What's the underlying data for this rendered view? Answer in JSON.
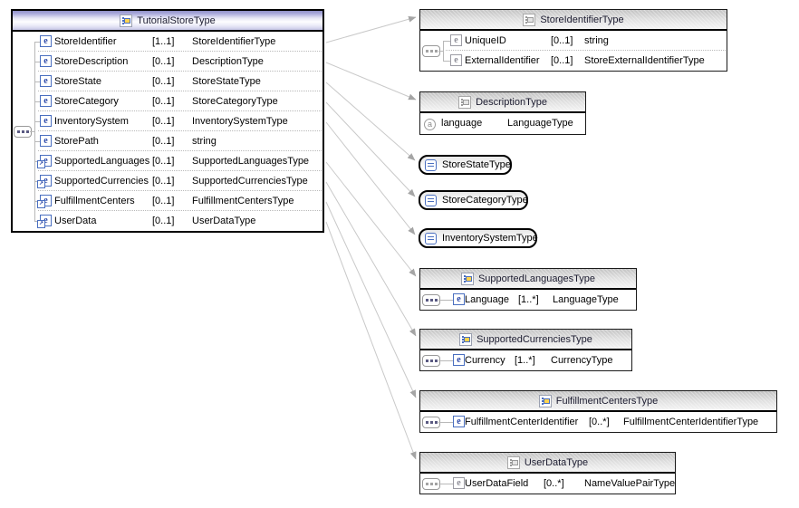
{
  "main": {
    "title": "TutorialStoreType",
    "rows": [
      {
        "name": "StoreIdentifier",
        "card": "[1..1]",
        "type": "StoreIdentifierType"
      },
      {
        "name": "StoreDescription",
        "card": "[0..1]",
        "type": "DescriptionType"
      },
      {
        "name": "StoreState",
        "card": "[0..1]",
        "type": "StoreStateType"
      },
      {
        "name": "StoreCategory",
        "card": "[0..1]",
        "type": "StoreCategoryType"
      },
      {
        "name": "InventorySystem",
        "card": "[0..1]",
        "type": "InventorySystemType"
      },
      {
        "name": "StorePath",
        "card": "[0..1]",
        "type": "string"
      },
      {
        "name": "SupportedLanguages",
        "card": "[0..1]",
        "type": "SupportedLanguagesType"
      },
      {
        "name": "SupportedCurrencies",
        "card": "[0..1]",
        "type": "SupportedCurrenciesType"
      },
      {
        "name": "FulfillmentCenters",
        "card": "[0..1]",
        "type": "FulfillmentCentersType"
      },
      {
        "name": "UserData",
        "card": "[0..1]",
        "type": "UserDataType"
      }
    ]
  },
  "boxes": [
    {
      "title": "StoreIdentifierType",
      "rows": [
        {
          "name": "UniqueID",
          "card": "[0..1]",
          "type": "string"
        },
        {
          "name": "ExternalIdentifier",
          "card": "[0..1]",
          "type": "StoreExternalIdentifierType"
        }
      ]
    },
    {
      "title": "DescriptionType",
      "attr": {
        "name": "language",
        "type": "LanguageType"
      }
    },
    {
      "title": "StoreStateType"
    },
    {
      "title": "StoreCategoryType"
    },
    {
      "title": "InventorySystemType"
    },
    {
      "title": "SupportedLanguagesType",
      "rows": [
        {
          "name": "Language",
          "card": "[1..*]",
          "type": "LanguageType"
        }
      ]
    },
    {
      "title": "SupportedCurrenciesType",
      "rows": [
        {
          "name": "Currency",
          "card": "[1..*]",
          "type": "CurrencyType"
        }
      ]
    },
    {
      "title": "FulfillmentCentersType",
      "rows": [
        {
          "name": "FulfillmentCenterIdentifier",
          "card": "[0..*]",
          "type": "FulfillmentCenterIdentifierType"
        }
      ]
    },
    {
      "title": "UserDataType",
      "rows": [
        {
          "name": "UserDataField",
          "card": "[0..*]",
          "type": "NameValuePairType"
        }
      ]
    }
  ],
  "colors": {
    "accent_blue": "#2a47a8",
    "icon_gray": "#9c9ca4",
    "wire_gray": "#c9c9c9",
    "header_lavender": "#c7c7e7",
    "header_gray": "#c3c3c3"
  }
}
